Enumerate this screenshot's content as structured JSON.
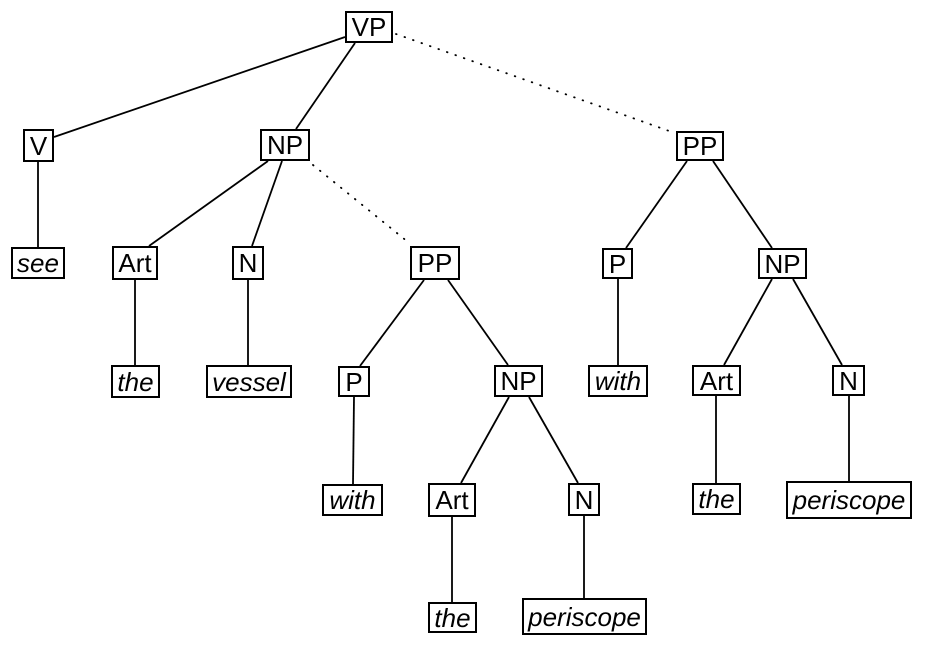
{
  "diagram": {
    "type": "syntax-parse-tree",
    "colors": {
      "background": "#ffffff",
      "node_fill": "#ffffff",
      "node_border": "#000000",
      "edge": "#000000"
    },
    "edge_styles": [
      "solid",
      "dotted"
    ]
  },
  "nodes": {
    "vp": {
      "label": "VP",
      "terminal": false
    },
    "v": {
      "label": "V",
      "terminal": false
    },
    "np_obj": {
      "label": "NP",
      "terminal": false
    },
    "pp_vp": {
      "label": "PP",
      "terminal": false
    },
    "see": {
      "label": "see",
      "terminal": true
    },
    "art_vessel": {
      "label": "Art",
      "terminal": false
    },
    "n_vessel": {
      "label": "N",
      "terminal": false
    },
    "pp_np": {
      "label": "PP",
      "terminal": false
    },
    "p_vp": {
      "label": "P",
      "terminal": false
    },
    "np_pp_vp": {
      "label": "NP",
      "terminal": false
    },
    "the_vessel": {
      "label": "the",
      "terminal": true
    },
    "vessel": {
      "label": "vessel",
      "terminal": true
    },
    "p_np": {
      "label": "P",
      "terminal": false
    },
    "np_pp_np": {
      "label": "NP",
      "terminal": false
    },
    "with_vp": {
      "label": "with",
      "terminal": true
    },
    "art_vp": {
      "label": "Art",
      "terminal": false
    },
    "n_vp": {
      "label": "N",
      "terminal": false
    },
    "with_np": {
      "label": "with",
      "terminal": true
    },
    "art_np": {
      "label": "Art",
      "terminal": false
    },
    "n_np": {
      "label": "N",
      "terminal": false
    },
    "the_vp": {
      "label": "the",
      "terminal": true
    },
    "periscope_vp": {
      "label": "periscope",
      "terminal": true
    },
    "the_np": {
      "label": "the",
      "terminal": true
    },
    "periscope_np": {
      "label": "periscope",
      "terminal": true
    }
  },
  "edges": [
    {
      "from": "vp",
      "to": "v",
      "style": "solid"
    },
    {
      "from": "vp",
      "to": "np_obj",
      "style": "solid"
    },
    {
      "from": "vp",
      "to": "pp_vp",
      "style": "dotted"
    },
    {
      "from": "v",
      "to": "see",
      "style": "solid"
    },
    {
      "from": "np_obj",
      "to": "art_vessel",
      "style": "solid"
    },
    {
      "from": "np_obj",
      "to": "n_vessel",
      "style": "solid"
    },
    {
      "from": "np_obj",
      "to": "pp_np",
      "style": "dotted"
    },
    {
      "from": "art_vessel",
      "to": "the_vessel",
      "style": "solid"
    },
    {
      "from": "n_vessel",
      "to": "vessel",
      "style": "solid"
    },
    {
      "from": "pp_np",
      "to": "p_np",
      "style": "solid"
    },
    {
      "from": "pp_np",
      "to": "np_pp_np",
      "style": "solid"
    },
    {
      "from": "p_np",
      "to": "with_np",
      "style": "solid"
    },
    {
      "from": "np_pp_np",
      "to": "art_np",
      "style": "solid"
    },
    {
      "from": "np_pp_np",
      "to": "n_np",
      "style": "solid"
    },
    {
      "from": "art_np",
      "to": "the_np",
      "style": "solid"
    },
    {
      "from": "n_np",
      "to": "periscope_np",
      "style": "solid"
    },
    {
      "from": "pp_vp",
      "to": "p_vp",
      "style": "solid"
    },
    {
      "from": "pp_vp",
      "to": "np_pp_vp",
      "style": "solid"
    },
    {
      "from": "p_vp",
      "to": "with_vp",
      "style": "solid"
    },
    {
      "from": "np_pp_vp",
      "to": "art_vp",
      "style": "solid"
    },
    {
      "from": "np_pp_vp",
      "to": "n_vp",
      "style": "solid"
    },
    {
      "from": "art_vp",
      "to": "the_vp",
      "style": "solid"
    },
    {
      "from": "n_vp",
      "to": "periscope_vp",
      "style": "solid"
    }
  ]
}
